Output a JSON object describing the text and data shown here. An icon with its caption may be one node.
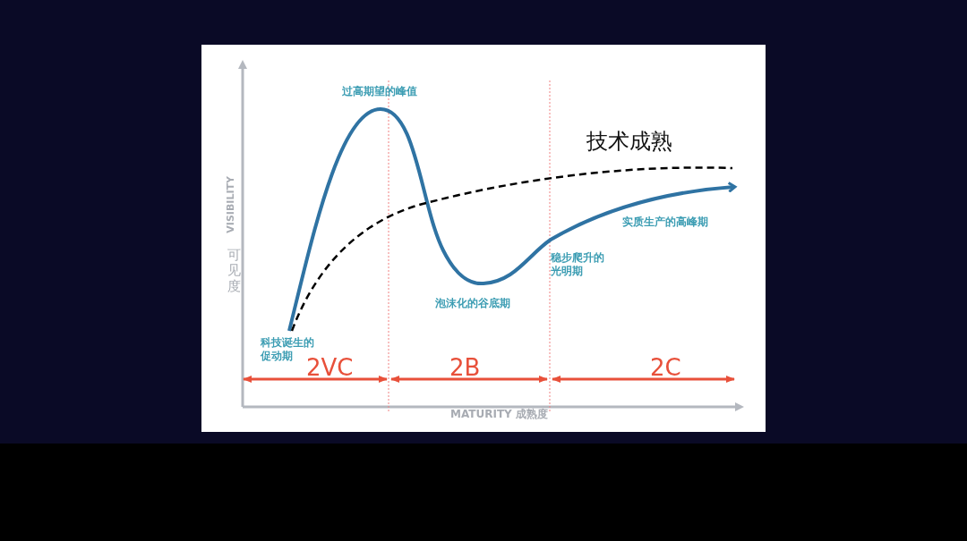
{
  "diagram": {
    "labels": [
      "过高期望的峰值",
      "技术成熟",
      "实质生产的高峰期",
      "稳步爬升的光明期",
      "VISIBILITY",
      "可见度",
      "泡沫化的谷底期",
      "科技诞生的促动期",
      "2VC",
      "2B",
      "2C",
      "MATURITY 成熟度"
    ]
  }
}
